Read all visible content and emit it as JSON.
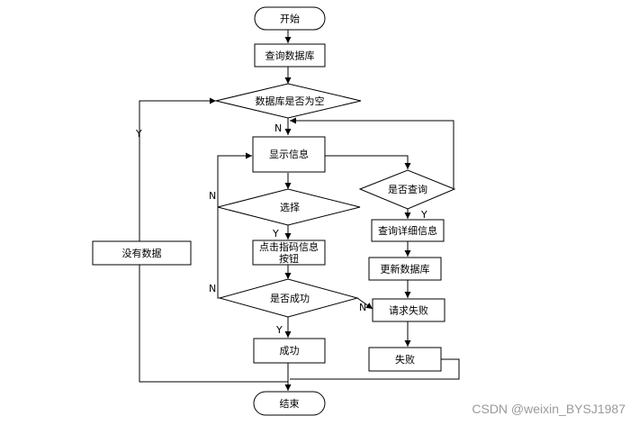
{
  "nodes": {
    "start": "开始",
    "query_db": "查询数据库",
    "db_empty": "数据库是否为空",
    "show_info": "显示信息",
    "is_query": "是否查询",
    "choose": "选择",
    "query_detail": "查询详细信息",
    "click_button_line1": "点击指码信息",
    "click_button_line2": "按钮",
    "update_db": "更新数据库",
    "success_q": "是否成功",
    "request_fail": "请求失败",
    "no_data": "没有数据",
    "success": "成功",
    "fail": "失败",
    "end": "结束"
  },
  "edge_labels": {
    "db_empty_yes": "Y",
    "db_empty_no": "N",
    "is_query_yes": "Y",
    "choose_no": "N",
    "choose_yes": "Y",
    "success_no_left": "N",
    "success_no_right": "N",
    "success_yes": "Y"
  },
  "watermark": "CSDN @weixin_BYSJ1987"
}
